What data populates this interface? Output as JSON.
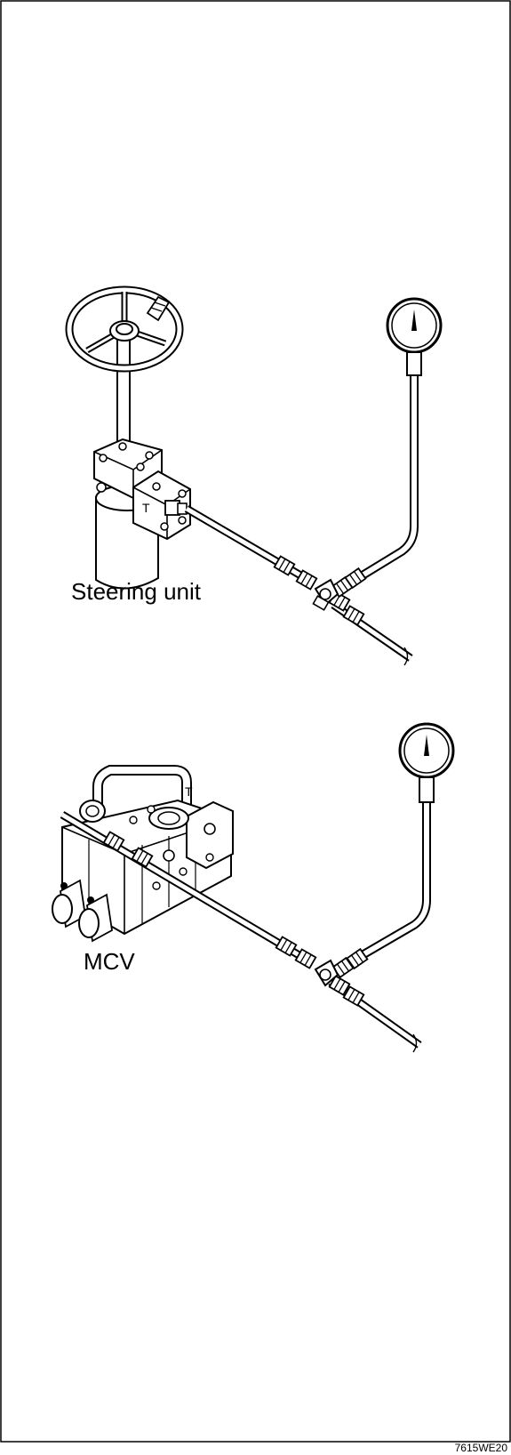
{
  "figure_code": "7615WE20",
  "upper": {
    "component_label": "Steering unit",
    "port_label": "T"
  },
  "lower": {
    "component_label": "MCV",
    "port_label": "T"
  }
}
